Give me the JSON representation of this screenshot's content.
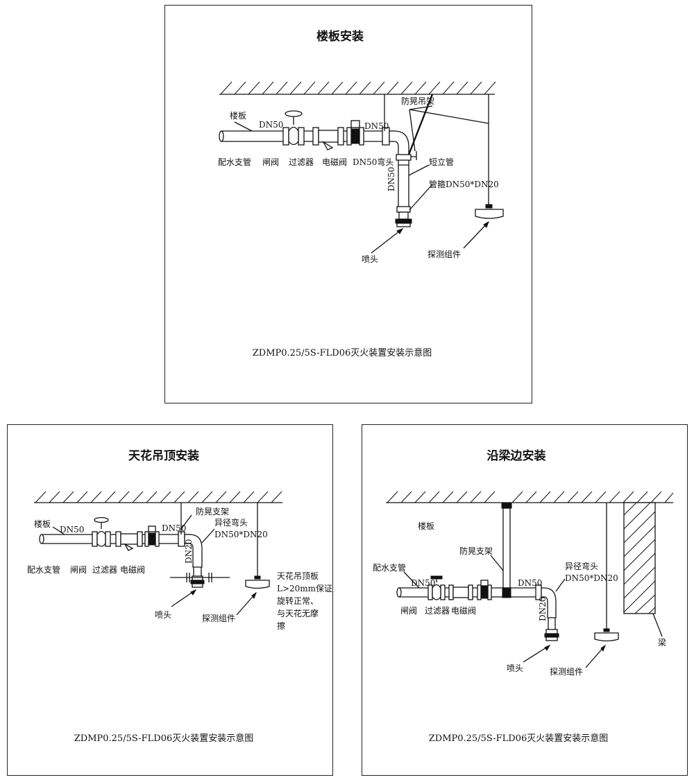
{
  "panel1": {
    "title": "楼板安装",
    "labels": {
      "floor": "楼板",
      "dn50_left": "DN50",
      "dn50_right": "DN50",
      "branch_pipe": "配水支管",
      "gate_valve": "闸阀",
      "filter": "过滤器",
      "solenoid_valve": "电磁阀",
      "elbow": "DN50弯头",
      "sway_hanger": "防晃吊架",
      "short_pipe": "短立管",
      "vertical_dn50": "DN50",
      "clamp": "管箍DN50*DN20",
      "nozzle": "喷头",
      "detector": "探测组件"
    },
    "caption": "ZDMP0.25/5S-FLD06灭火装置安装示意图"
  },
  "panel2": {
    "title": "天花吊顶安装",
    "labels": {
      "floor": "楼板",
      "dn50_left": "DN50",
      "dn50_right": "DN50",
      "branch_pipe": "配水支管",
      "gate_valve": "闸阀",
      "filter": "过滤器",
      "solenoid_valve": "电磁阀",
      "sway_bracket": "防晃支架",
      "reducer_elbow": "异径弯头",
      "reducer_spec": "DN50*DN20",
      "vertical_dn20": "DN20",
      "nozzle": "喷头",
      "detector": "探测组件",
      "note_line1": "天花吊顶板",
      "note_line2": "L>20mm保证",
      "note_line3": "旋转正常、",
      "note_line4": "与天花无摩",
      "note_line5": "擦"
    },
    "caption": "ZDMP0.25/5S-FLD06灭火装置安装示意图"
  },
  "panel3": {
    "title": "沿梁边安装",
    "labels": {
      "floor": "楼板",
      "sway_bracket": "防晃支架",
      "branch_pipe": "配水支管",
      "dn50_left": "DN50",
      "dn50_right": "DN50",
      "reducer_elbow": "异径弯头",
      "reducer_spec": "DN50*DN20",
      "vertical_dn20": "DN20",
      "gate_valve": "闸阀",
      "filter": "过滤器",
      "solenoid_valve": "电磁阀",
      "nozzle": "喷头",
      "detector": "探测组件",
      "beam": "梁"
    },
    "caption": "ZDMP0.25/5S-FLD06灭火装置安装示意图"
  }
}
